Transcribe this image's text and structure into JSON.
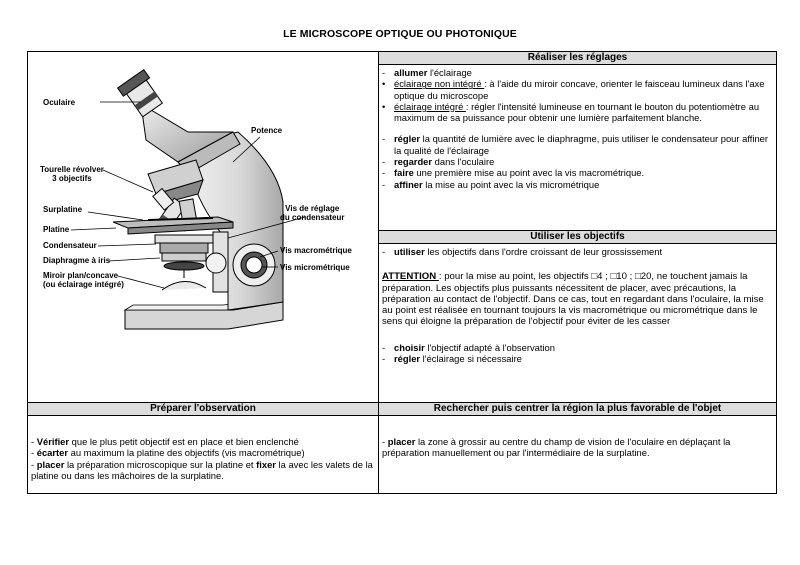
{
  "title": "LE MICROSCOPE OPTIQUE OU PHOTONIQUE",
  "labels": {
    "oculaire": "Oculaire",
    "potence": "Potence",
    "tourelle_1": "Tourelle révolver",
    "tourelle_2": "3 objectifs",
    "surplatine": "Surplatine",
    "platine": "Platine",
    "condensateur": "Condensateur",
    "diaphragme": "Diaphragme à iris",
    "miroir_1": "Miroir plan/concave",
    "miroir_2": "(ou éclairage intégré)",
    "vis_reglage_1": "Vis de réglage",
    "vis_reglage_2": "du condensateur",
    "vis_macro": "Vis macrométrique",
    "vis_micro": "Vis micrométrique"
  },
  "reglages": {
    "header": "Réaliser les réglages",
    "i1_b": "allumer",
    "i1_t": " l'éclairage",
    "i2_u": "éclairage non intégré ",
    "i2_t": ": à l'aide du miroir concave, orienter le faisceau lumineux dans l'axe optique du microscope",
    "i3_u": "éclairage intégré ",
    "i3_t": ": régler l'intensité lumineuse en tournant le bouton du potentiomètre au maximum de sa puissance pour obtenir une lumière parfaitement blanche.",
    "i4_b": "régler",
    "i4_t": " la quantité de lumière avec le diaphragme, puis utiliser le condensateur pour affiner la qualité de l'éclairage",
    "i5_b": "regarder",
    "i5_t": " dans l'oculaire",
    "i6_b": "faire",
    "i6_t": " une première mise au point  avec la vis macrométrique.",
    "i7_b": "affiner",
    "i7_t": " la mise au point avec la vis micrométrique"
  },
  "objectifs": {
    "header": "Utiliser les objectifs",
    "i1_b": "utiliser",
    "i1_t": " les objectifs dans l'ordre croissant de leur grossissement",
    "att_label": "ATTENTION ",
    "att_text": ": pour la mise au point, les objectifs □4 ; □10 ; □20, ne touchent jamais la préparation. Les objectifs plus puissants nécessitent de placer, avec précautions, la préparation au contact de l'objectif. Dans ce cas, tout en regardant dans l'oculaire, la mise au point est réalisée en tournant toujours la vis macrométrique ou micrométrique dans le sens qui éloigne la préparation de l'objectif pour éviter de les casser",
    "i2_b": "choisir",
    "i2_t": " l'objectif adapté à l'observation",
    "i3_b": "régler",
    "i3_t": " l'éclairage si nécessaire"
  },
  "observation": {
    "header": "Préparer l'observation",
    "l1_b": "Vérifier",
    "l1_t": " que le plus petit objectif est en place et bien enclenché",
    "l2_b": "écarter",
    "l2_t": " au maximum la platine des objectifs (vis macrométrique)",
    "l3_b": "placer",
    "l3_t": " la préparation microscopique sur la platine et ",
    "l3_b2": "fixer",
    "l3_t2": " la avec les valets de la platine ou dans les mâchoires de la surplatine."
  },
  "region": {
    "header": "Rechercher puis centrer la région la plus favorable de l'objet",
    "l1_b": "placer",
    "l1_t": " la zone à grossir au centre du champ de vision de l'oculaire en déplaçant  la préparation manuellement ou par l'intermédiaire de la surplatine."
  }
}
